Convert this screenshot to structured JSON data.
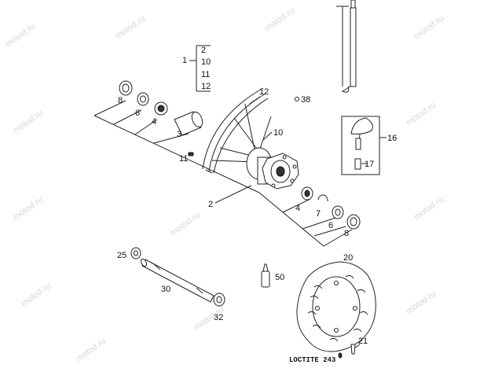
{
  "watermark": "motod.ru",
  "kit_bracket": {
    "number": "1",
    "items": [
      "2",
      "10",
      "11",
      "12"
    ]
  },
  "callouts": {
    "c2": "2",
    "c3": "3",
    "c4_top": "4",
    "c4_bottom": "4",
    "c6_top": "6",
    "c6_bottom": "6",
    "c7": "7",
    "c8_top": "8",
    "c8_bottom": "8",
    "c10": "10",
    "c11": "11",
    "c12": "12",
    "c16": "16",
    "c17": "17",
    "c20": "20",
    "c21": "21",
    "c25": "25",
    "c30": "30",
    "c32": "32",
    "c38": "38",
    "c50": "50"
  },
  "loctite_label": "LOCTITE 243",
  "icons": {
    "spoke-nipple": "spoke-nipple-icon",
    "valve-cap": "valve-cap-icon",
    "brake-disc": "brake-disc-icon",
    "axle": "axle-icon"
  }
}
